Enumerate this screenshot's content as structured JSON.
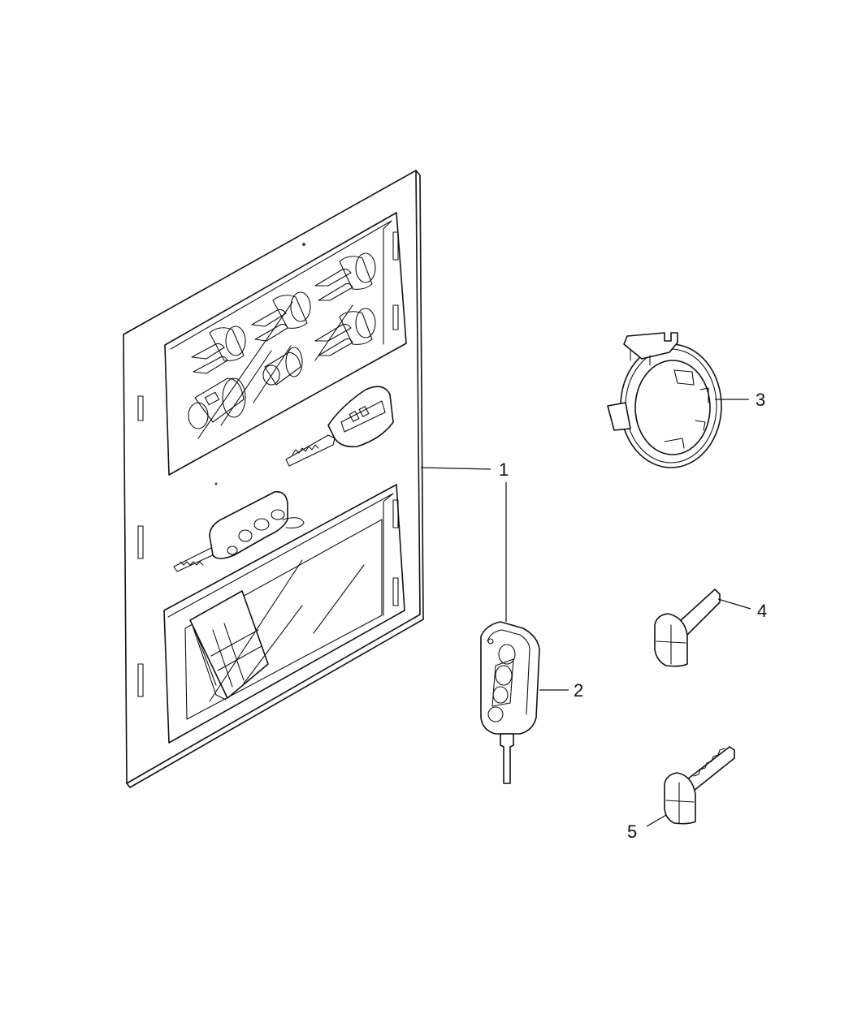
{
  "diagram": {
    "callouts": [
      {
        "id": "1",
        "label": "1"
      },
      {
        "id": "2",
        "label": "2"
      },
      {
        "id": "3",
        "label": "3"
      },
      {
        "id": "4",
        "label": "4"
      },
      {
        "id": "5",
        "label": "5"
      }
    ]
  },
  "parts": [
    {
      "callout": "1",
      "icon": "lock-and-key-kit-board-icon"
    },
    {
      "callout": "2",
      "icon": "flip-key-fob-icon"
    },
    {
      "callout": "3",
      "icon": "ignition-ring-icon"
    },
    {
      "callout": "4",
      "icon": "key-blank-icon"
    },
    {
      "callout": "5",
      "icon": "cut-key-blade-icon"
    }
  ]
}
